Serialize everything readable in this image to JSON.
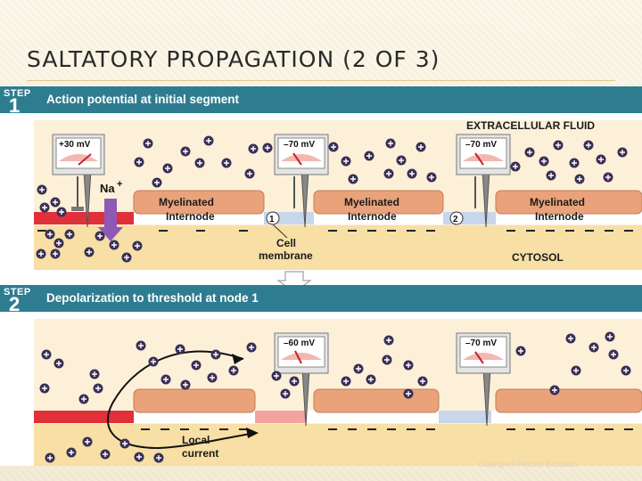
{
  "slide": {
    "title": "SALTATORY PROPAGATION (2 OF 3)"
  },
  "colors": {
    "step_bar": "#2e7c90",
    "fluid": "#fdf0d9",
    "cytosol": "#f7dfa5",
    "myelin": "#e9a27a",
    "depolarized": "#e0303a",
    "resting_node": "#c7d6ea",
    "threshold_node": "#f2a3a0",
    "sodium_arrow": "#8d59b5"
  },
  "step1": {
    "tag": "STEP",
    "number": "1",
    "text": "Action potential at initial segment",
    "region_fluid": "EXTRACELLULAR FLUID",
    "region_cytosol": "CYTOSOL",
    "myelin_label_top": "Myelinated",
    "myelin_label_bottom": "Internode",
    "meters": [
      "+30 mV",
      "–70 mV",
      "–70 mV"
    ],
    "ion_label": "Na",
    "ion_charge": "+",
    "node1_label": "1",
    "node2_label": "2",
    "membrane_label_1": "Cell",
    "membrane_label_2": "membrane"
  },
  "step2": {
    "tag": "STEP",
    "number": "2",
    "text": "Depolarization to threshold at node 1",
    "meters": [
      "–60 mV",
      "–70 mV"
    ],
    "current_label_1": "Local",
    "current_label_2": "current"
  },
  "footer": {
    "credit": "Copyright © Pearson Education"
  }
}
